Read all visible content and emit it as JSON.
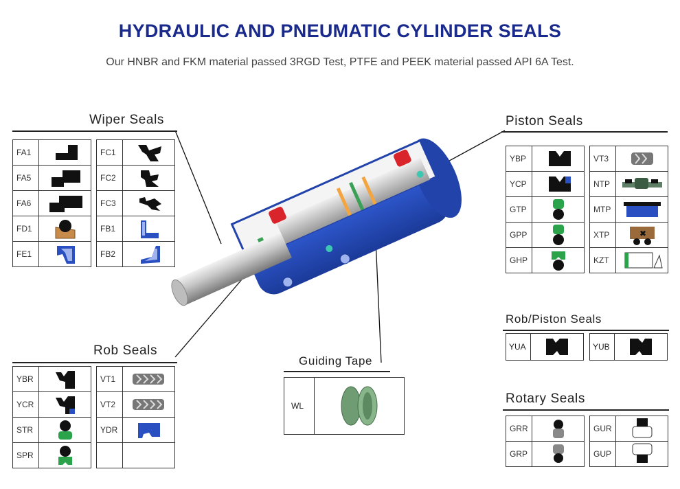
{
  "header": {
    "title": "HYDRAULIC AND PNEUMATIC CYLINDER SEALS",
    "subtitle": "Our HNBR and FKM material passed 3RGD Test, PTFE and PEEK material passed API 6A Test."
  },
  "colors": {
    "title": "#1a2a8c",
    "seal_blue": "#2a4fc0",
    "seal_green": "#2aa34a",
    "seal_tan": "#c98b4a",
    "cylinder_blue": "#2d55c8"
  },
  "wiper_seals": {
    "title": "Wiper Seals",
    "left": [
      {
        "code": "FA1",
        "icon": "wiper-fa1-icon"
      },
      {
        "code": "FA5",
        "icon": "wiper-fa5-icon"
      },
      {
        "code": "FA6",
        "icon": "wiper-fa6-icon"
      },
      {
        "code": "FD1",
        "icon": "wiper-fd1-icon"
      },
      {
        "code": "FE1",
        "icon": "wiper-fe1-icon"
      }
    ],
    "right": [
      {
        "code": "FC1",
        "icon": "wiper-fc1-icon"
      },
      {
        "code": "FC2",
        "icon": "wiper-fc2-icon"
      },
      {
        "code": "FC3",
        "icon": "wiper-fc3-icon"
      },
      {
        "code": "FB1",
        "icon": "wiper-fb1-icon"
      },
      {
        "code": "FB2",
        "icon": "wiper-fb2-icon"
      }
    ]
  },
  "rod_seals": {
    "title": "Rob Seals",
    "left": [
      {
        "code": "YBR",
        "icon": "rod-ybr-icon"
      },
      {
        "code": "YCR",
        "icon": "rod-ycr-icon"
      },
      {
        "code": "STR",
        "icon": "rod-str-icon"
      },
      {
        "code": "SPR",
        "icon": "rod-spr-icon"
      }
    ],
    "right": [
      {
        "code": "VT1",
        "icon": "rod-vt1-icon"
      },
      {
        "code": "VT2",
        "icon": "rod-vt2-icon"
      },
      {
        "code": "YDR",
        "icon": "rod-ydr-icon"
      },
      {
        "code": "",
        "icon": ""
      }
    ]
  },
  "guiding_tape": {
    "title": "Guiding Tape",
    "code": "WL",
    "icon": "guide-ring-icon"
  },
  "piston_seals": {
    "title": "Piston Seals",
    "left": [
      {
        "code": "YBP",
        "icon": "piston-ybp-icon"
      },
      {
        "code": "YCP",
        "icon": "piston-ycp-icon"
      },
      {
        "code": "GTP",
        "icon": "piston-gtp-icon"
      },
      {
        "code": "GPP",
        "icon": "piston-gpp-icon"
      },
      {
        "code": "GHP",
        "icon": "piston-ghp-icon"
      }
    ],
    "right": [
      {
        "code": "VT3",
        "icon": "piston-vt3-icon"
      },
      {
        "code": "NTP",
        "icon": "piston-ntp-icon"
      },
      {
        "code": "MTP",
        "icon": "piston-mtp-icon"
      },
      {
        "code": "XTP",
        "icon": "piston-xtp-icon"
      },
      {
        "code": "KZT",
        "icon": "piston-kzt-icon"
      }
    ]
  },
  "rod_piston_seals": {
    "title": "Rob/Piston Seals",
    "items": [
      {
        "code": "YUA",
        "icon": "rodpiston-yua-icon"
      },
      {
        "code": "YUB",
        "icon": "rodpiston-yub-icon"
      }
    ]
  },
  "rotary_seals": {
    "title": "Rotary Seals",
    "left": [
      {
        "code": "GRR",
        "icon": "rotary-grr-icon"
      },
      {
        "code": "GRP",
        "icon": "rotary-grp-icon"
      }
    ],
    "right": [
      {
        "code": "GUR",
        "icon": "rotary-gur-icon"
      },
      {
        "code": "GUP",
        "icon": "rotary-gup-icon"
      }
    ]
  }
}
